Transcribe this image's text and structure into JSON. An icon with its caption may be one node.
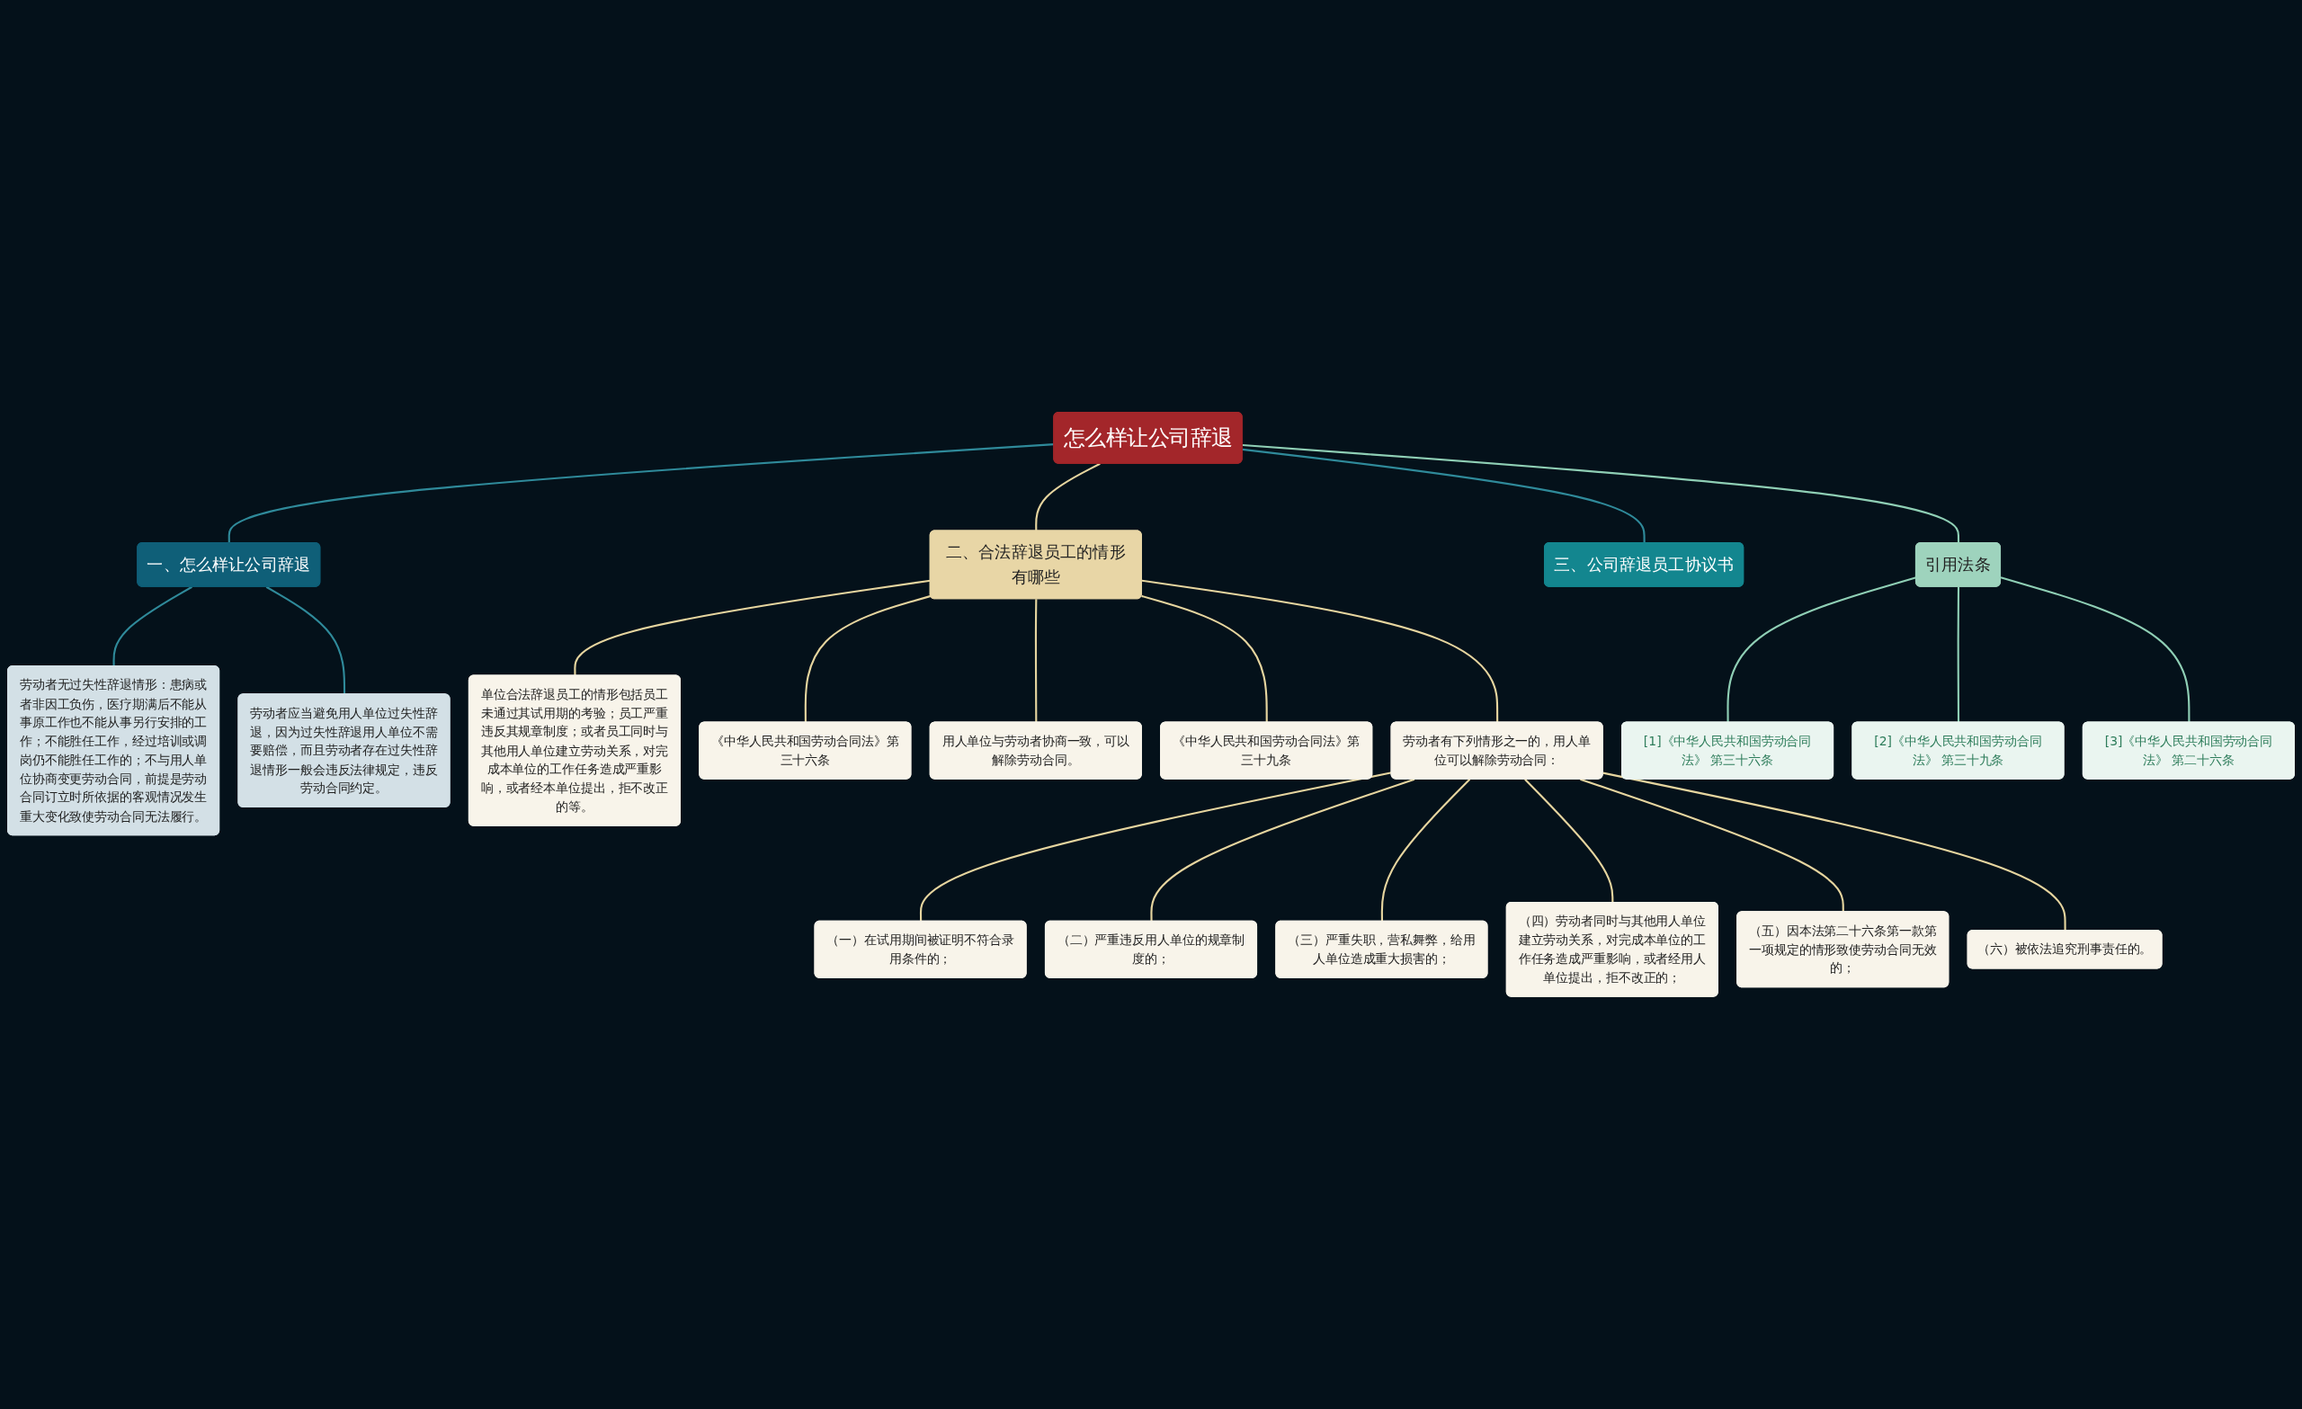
{
  "diagram": {
    "nodes": [
      {
        "text": [
          "怎么样让公司辞退"
        ]
      },
      {
        "text": [
          "一、怎么样让公司辞退"
        ]
      },
      {
        "text": [
          "劳动者无过失性辞退情形：患病或者非因工负伤，医疗期满后不能从事原工作也不能从事另行安排的工作；不能胜任工作，经过培训或调岗仍不能胜任工作的；不与用人单位协商变更劳动合同，前提是劳动合同订立时所依据的客观情况发生重大变化致使劳动合同无法履行。"
        ]
      },
      {
        "text": [
          "劳动者应当避免用人单位过失性辞退，因为过失性辞退用人单位不需要赔偿，而且劳动者存在过失性辞退情形一般会违反法律规定，违反劳动合同约定。"
        ]
      },
      {
        "text": [
          "二、合法辞退员工的情形有哪些"
        ]
      },
      {
        "text": [
          "单位合法辞退员工的情形包括员工未通过其试用期的考验；员工严重违反其规章制度；或者员工同时与其他用人单位建立劳动关系，对完成本单位的工作任务造成严重影响，或者经本单位提出，拒不改正的等。"
        ]
      },
      {
        "text": [
          "《中华人民共和国劳动合同法》第三十六条"
        ]
      },
      {
        "text": [
          "用人单位与劳动者协商一致，可以解除劳动合同。"
        ]
      },
      {
        "text": [
          "《中华人民共和国劳动合同法》第三十九条"
        ]
      },
      {
        "text": [
          "劳动者有下列情形之一的，用人单位可以解除劳动合同："
        ]
      },
      {
        "text": [
          "（一）在试用期间被证明不符合录用条件的；"
        ]
      },
      {
        "text": [
          "（二）严重违反用人单位的规章制度的；"
        ]
      },
      {
        "text": [
          "（三）严重失职，营私舞弊，给用人单位造成重大损害的；"
        ]
      },
      {
        "text": [
          "（四）劳动者同时与其他用人单位建立劳动关系，对完成本单位的工作任务造成严重影响，或者经用人单位提出，拒不改正的；"
        ]
      },
      {
        "text": [
          "（五）因本法第二十六条第一款第一项规定的情形致使劳动合同无效的；"
        ]
      },
      {
        "text": [
          "（六）被依法追究刑事责任的。"
        ]
      },
      {
        "text": [
          "三、公司辞退员工协议书"
        ]
      },
      {
        "text": [
          "引用法条"
        ]
      },
      {
        "text": [
          "[1]《中华人民共和国劳动合同法》 第三十六条"
        ]
      },
      {
        "text": [
          "[2]《中华人民共和国劳动合同法》 第三十九条"
        ]
      },
      {
        "text": [
          "[3]《中华人民共和国劳动合同法》 第二十六条"
        ]
      }
    ],
    "edges": [
      {
        "from": 0,
        "to": 1,
        "arrow": "none",
        "color": "#2f8a9a"
      },
      {
        "from": 1,
        "to": 2,
        "arrow": "none",
        "color": "#2f8a9a"
      },
      {
        "from": 1,
        "to": 3,
        "arrow": "none",
        "color": "#2f8a9a"
      },
      {
        "from": 0,
        "to": 4,
        "arrow": "none"
      },
      {
        "from": 4,
        "to": 5,
        "arrow": "none"
      },
      {
        "from": 4,
        "to": 6,
        "arrow": "none"
      },
      {
        "from": 4,
        "to": 7,
        "arrow": "none"
      },
      {
        "from": 4,
        "to": 8,
        "arrow": "none"
      },
      {
        "from": 4,
        "to": 9,
        "arrow": "none"
      },
      {
        "from": 9,
        "to": 10,
        "arrow": "none"
      },
      {
        "from": 9,
        "to": 11,
        "arrow": "none"
      },
      {
        "from": 9,
        "to": 12,
        "arrow": "none"
      },
      {
        "from": 9,
        "to": 13,
        "arrow": "none"
      },
      {
        "from": 9,
        "to": 14,
        "arrow": "none"
      },
      {
        "from": 9,
        "to": 15,
        "arrow": "none"
      },
      {
        "from": 0,
        "to": 16,
        "arrow": "none",
        "color": "#2f8a9a"
      },
      {
        "from": 0,
        "to": 17,
        "arrow": "none",
        "color": "#8fcfb5"
      },
      {
        "from": 17,
        "to": 18,
        "arrow": "none",
        "color": "#8fcfb5"
      },
      {
        "from": 17,
        "to": 19,
        "arrow": "none",
        "color": "#8fcfb5"
      },
      {
        "from": 17,
        "to": 20,
        "arrow": "none",
        "color": "#8fcfb5"
      }
    ]
  }
}
